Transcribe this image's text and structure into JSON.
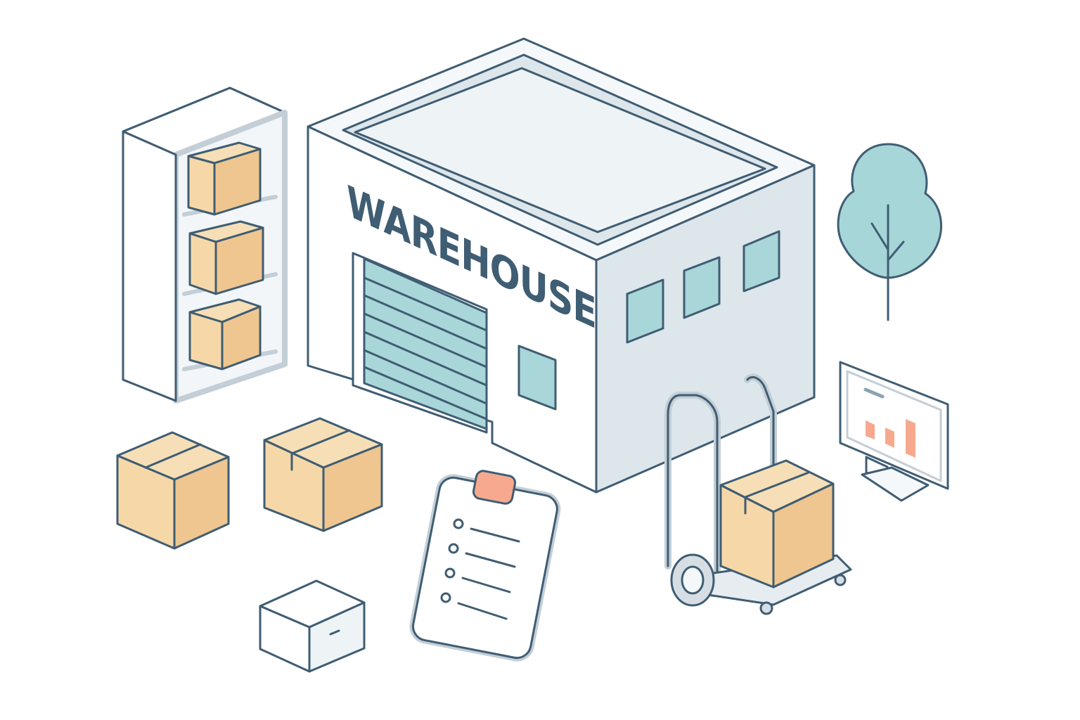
{
  "scene": {
    "building_sign": "WAREHOUSE",
    "palette": {
      "outline": "#3f5d73",
      "wall_light": "#f5f8fa",
      "wall_shade": "#dde6eb",
      "roof": "#eef3f6",
      "glass": "#a9d6d8",
      "cardboard": "#f6d8a8",
      "cardboard_shade": "#efc690",
      "accent_orange": "#f6a98e",
      "tree": "#a6d6d8",
      "frame_grey": "#c3ced6"
    },
    "monitor_chart": {
      "type": "bar",
      "bar_count": 3,
      "relative_values": [
        0.35,
        0.2,
        0.55
      ]
    },
    "clipboard": {
      "checklist_items": 4
    },
    "icons": [
      "shelving-unit-icon",
      "warehouse-building-icon",
      "tree-icon",
      "monitor-icon",
      "hand-truck-icon",
      "clipboard-checklist-icon",
      "cardboard-box-icon",
      "white-storage-box-icon"
    ]
  }
}
